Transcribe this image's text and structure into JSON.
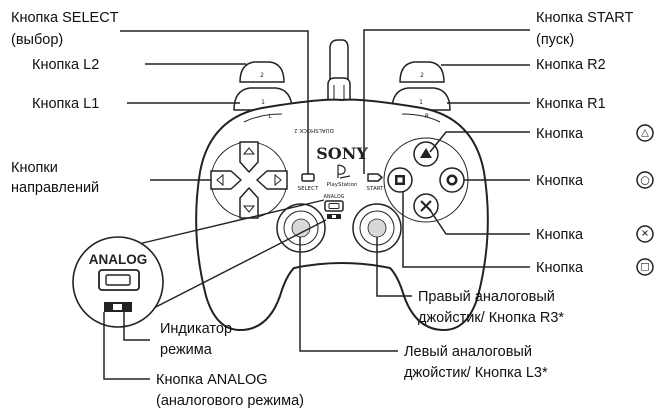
{
  "controller": {
    "brand_text": "SONY",
    "console_text": "PlayStation",
    "model_text": "DUALSHOCK 2",
    "select_text": "SELECT",
    "start_text": "START",
    "analog_text": "ANALOG",
    "l_text": "L",
    "r_text": "R",
    "l1_small": "1",
    "l2_small": "2",
    "r1_small": "1",
    "r2_small": "2"
  },
  "inset": {
    "analog_title": "ANALOG"
  },
  "labels": {
    "select_1": "Кнопка SELECT",
    "select_2": "(выбор)",
    "l2": "Кнопка L2",
    "l1": "Кнопка L1",
    "dir_1": "Кнопки",
    "dir_2": "направлений",
    "mode_1": "Индикатор",
    "mode_2": "режима",
    "analog_1": "Кнопка ANALOG",
    "analog_2": "(аналогового режима)",
    "start_1": "Кнопка START",
    "start_2": "(пуск)",
    "r2": "Кнопка R2",
    "r1": "Кнопка R1",
    "triangle": "Кнопка",
    "circle": "Кнопка",
    "cross": "Кнопка",
    "square": "Кнопка",
    "rstick_1": "Правый аналоговый",
    "rstick_2": "джойстик/ Кнопка R3*",
    "lstick_1": "Левый аналоговый",
    "lstick_2": "джойстик/ Кнопка L3*"
  },
  "icons": {
    "triangle": "△",
    "circle": "○",
    "cross": "✕",
    "square": "□"
  }
}
